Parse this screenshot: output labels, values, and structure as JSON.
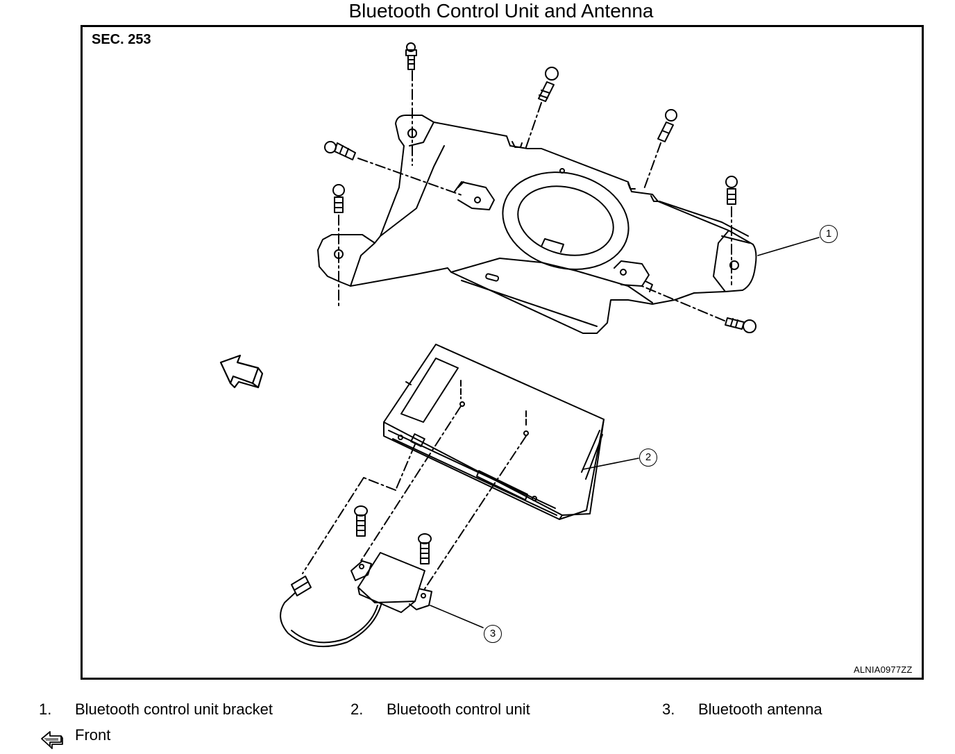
{
  "title": "Bluetooth Control Unit and Antenna",
  "section": "SEC. 253",
  "figure_code": "ALNIA0977ZZ",
  "callouts": [
    "1",
    "2",
    "3"
  ],
  "legend": [
    {
      "num": "1.",
      "label": "Bluetooth control unit bracket"
    },
    {
      "num": "2.",
      "label": "Bluetooth control unit"
    },
    {
      "num": "3.",
      "label": "Bluetooth antenna"
    }
  ],
  "front_label": "Front",
  "icons": {
    "front": "front-arrow-icon"
  }
}
